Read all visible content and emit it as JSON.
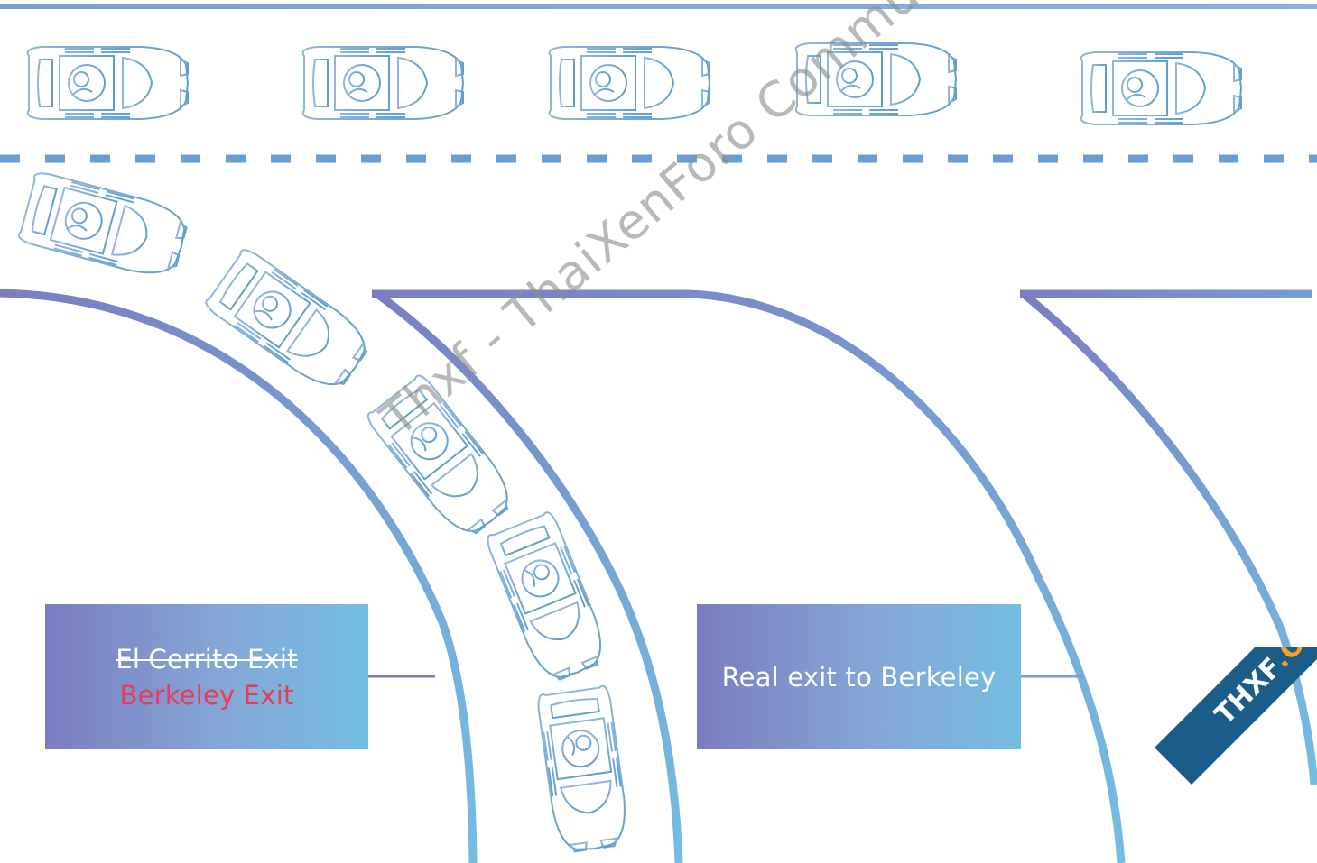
{
  "signs": {
    "left": {
      "crossed_out": "El Cerrito Exit",
      "corrected": "Berkeley Exit"
    },
    "right": {
      "label": "Real exit to Berkeley"
    }
  },
  "watermark": "Thxf - ThaiXenForo Community",
  "badge": {
    "thxf": "THXF",
    "org": ".ORG"
  },
  "colors": {
    "road_purple": "#7b7dc0",
    "road_blue": "#74bde2",
    "sign_gradient_start": "#7b7dc0",
    "sign_gradient_end": "#74bde2",
    "corrected_text": "#e63c5c",
    "car_outline": "#6aa6d6",
    "badge_band": "#1b5c88",
    "badge_org": "#f6a21f"
  },
  "icons": {
    "car": "car-topview-icon"
  }
}
